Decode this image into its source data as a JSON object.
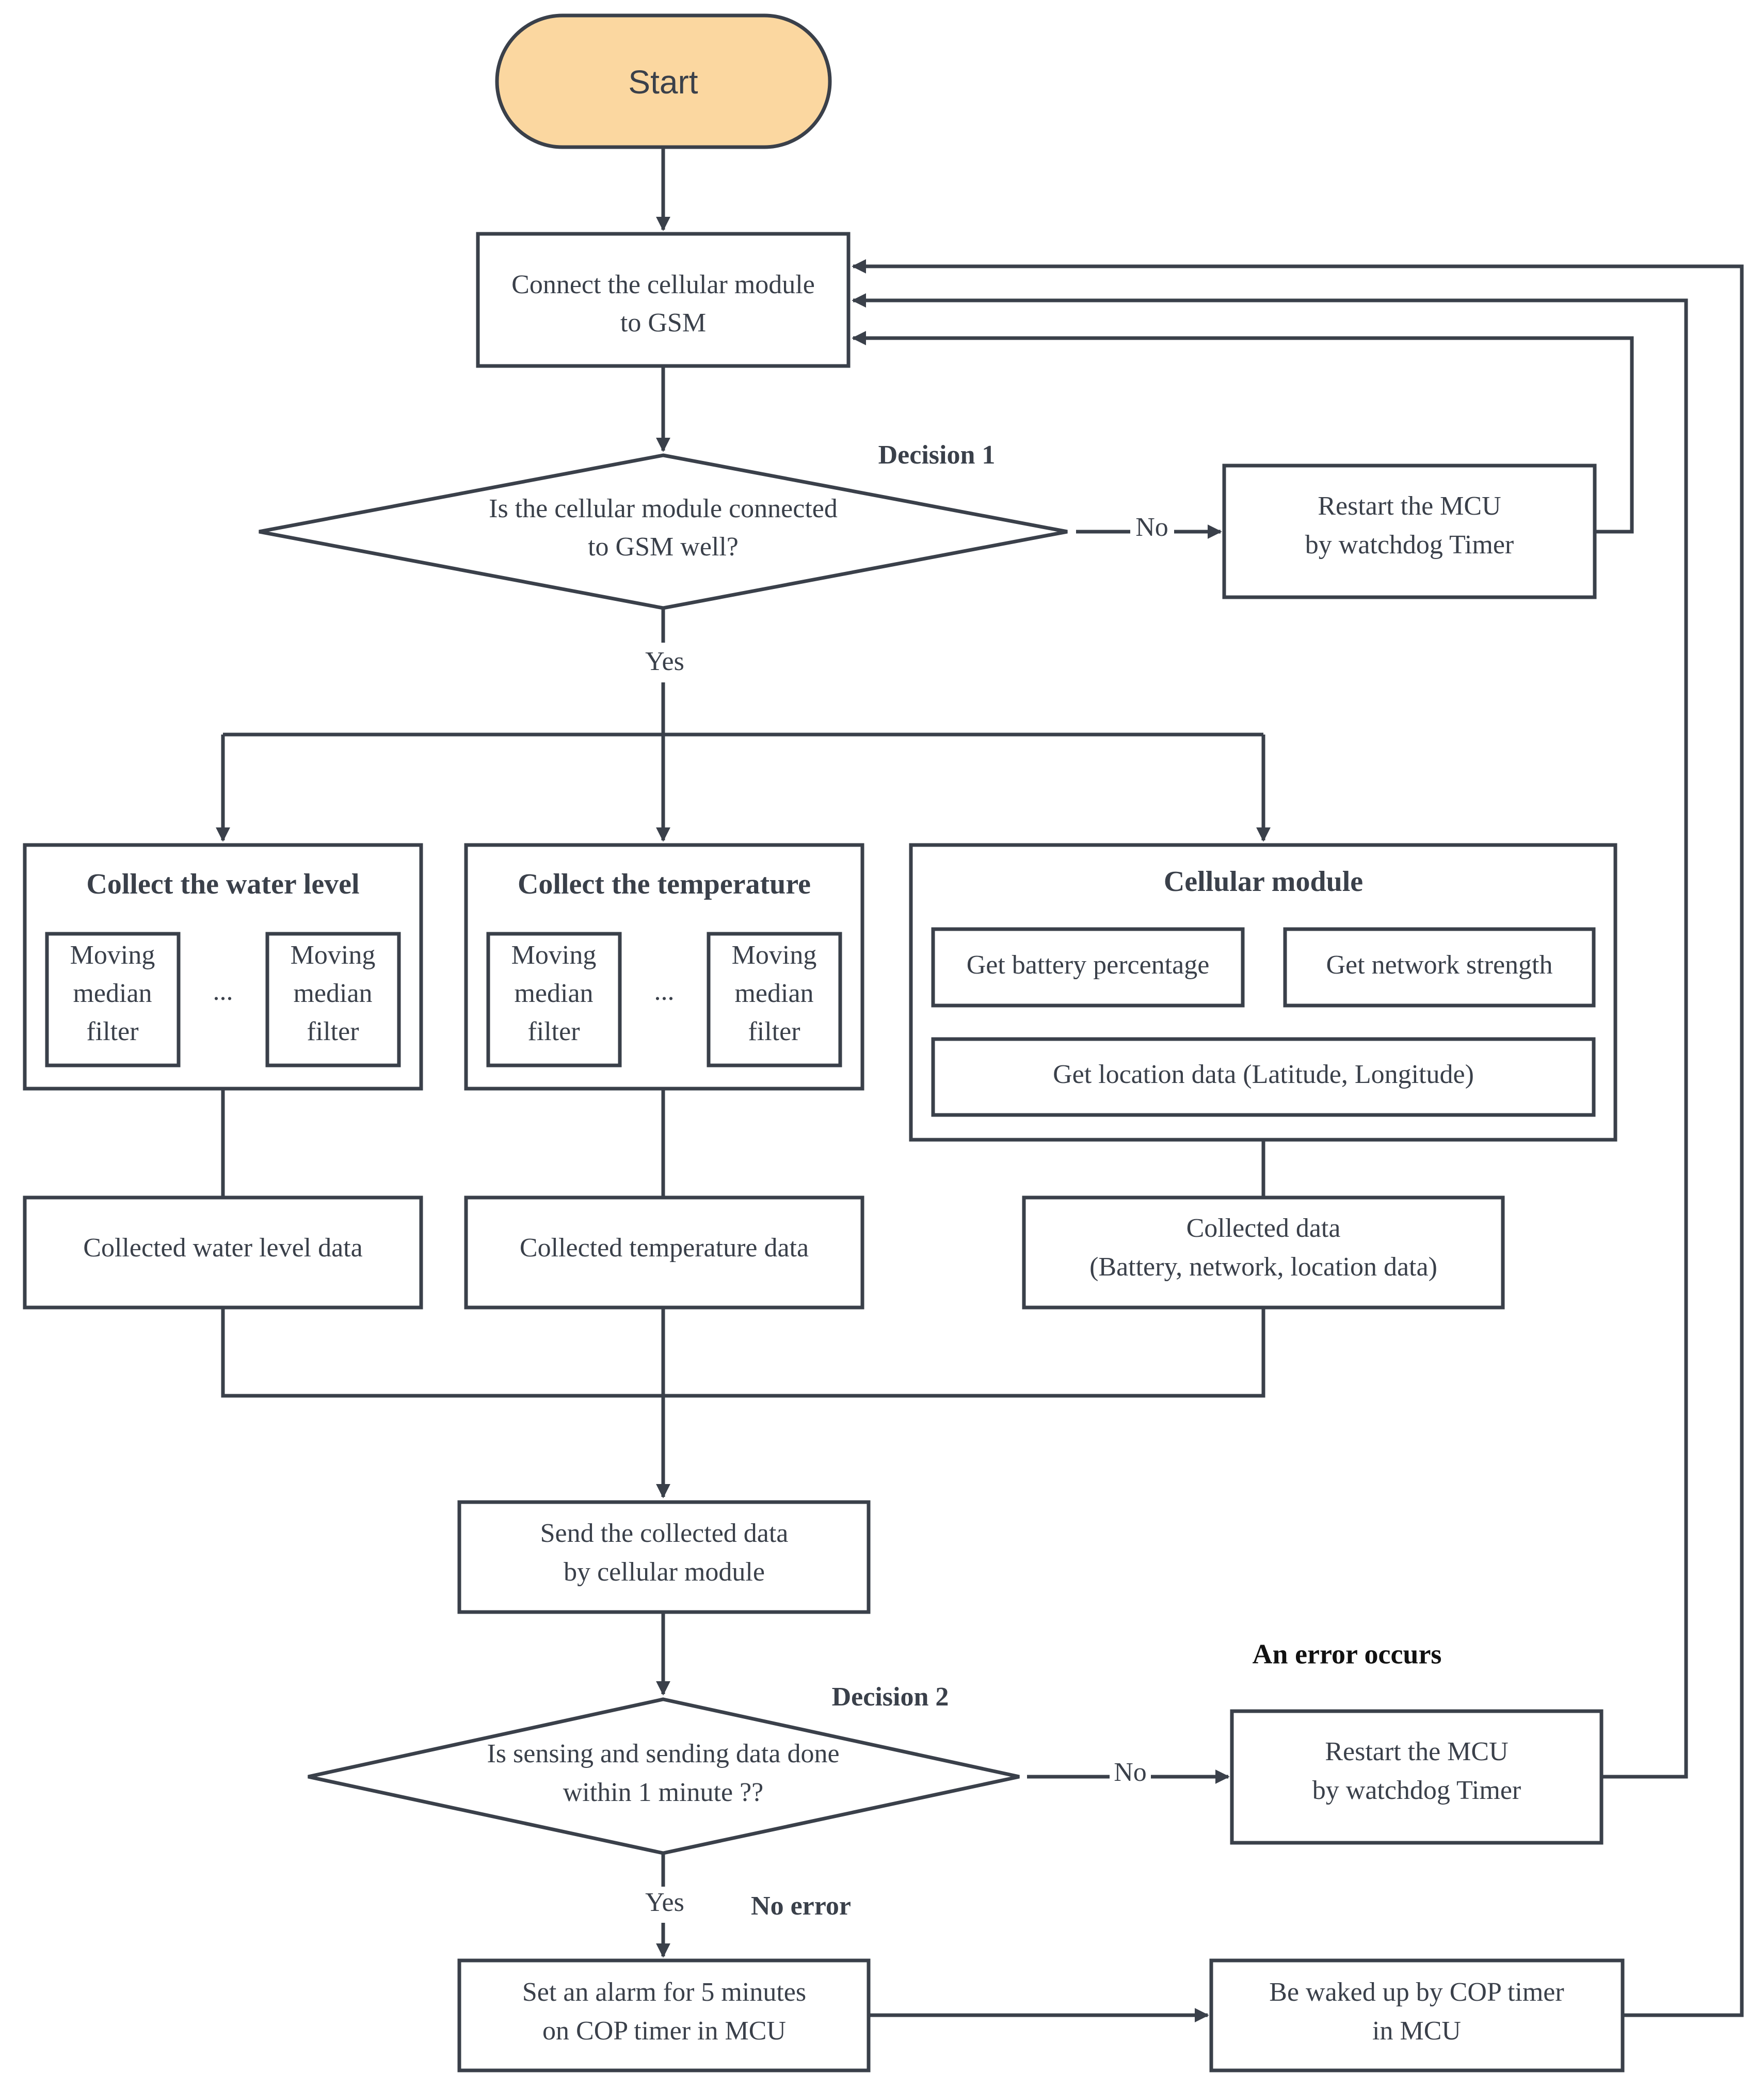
{
  "colors": {
    "stroke": "#3a404a",
    "text": "#3a404a",
    "start_fill": "#fbd7a0",
    "background": "#ffffff"
  },
  "nodes": {
    "start": "Start",
    "connect": [
      "Connect the cellular module",
      "to GSM"
    ],
    "decision1_question": [
      "Is the cellular module connected",
      "to GSM well?"
    ],
    "decision1_label": "Decision 1",
    "restart1": [
      "Restart the MCU",
      "by watchdog Timer"
    ],
    "water_title": "Collect the water level",
    "temp_title": "Collect the temperature",
    "cell_title": "Cellular module",
    "filter": [
      "Moving",
      "median",
      "filter"
    ],
    "ellipsis": "...",
    "battery": "Get battery percentage",
    "network": "Get network strength",
    "location": "Get location data (Latitude, Longitude)",
    "water_data": "Collected water level data",
    "temp_data": "Collected temperature data",
    "cell_data": [
      "Collected data",
      "(Battery, network, location data)"
    ],
    "send": [
      "Send the collected data",
      "by cellular module"
    ],
    "decision2_label": "Decision 2",
    "decision2_question": [
      "Is sensing and sending data done",
      "within 1 minute ??"
    ],
    "restart2": [
      "Restart the MCU",
      "by watchdog Timer"
    ],
    "alarm": [
      "Set an alarm for 5 minutes",
      "on COP timer in MCU"
    ],
    "wake": [
      "Be waked up by COP timer",
      "in MCU"
    ]
  },
  "edge_labels": {
    "no1": "No",
    "yes1": "Yes",
    "no2": "No",
    "yes2": "Yes",
    "error": "An error occurs",
    "no_error": "No error"
  }
}
